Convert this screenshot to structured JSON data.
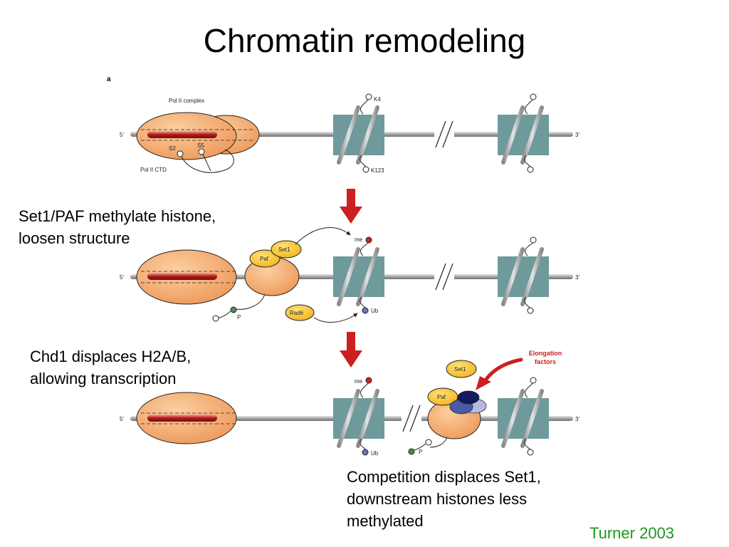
{
  "slide": {
    "title": "Chromatin remodeling",
    "credit": "Turner 2003",
    "colors": {
      "credit": "#1a9a1a",
      "nucleosome": "#6e9a9c",
      "complex": "#f0a870",
      "arrow": "#cc1f1f",
      "dna": "#a8a8a8"
    }
  },
  "notes": {
    "step1": {
      "line1": "Set1/PAF methylate histone,",
      "line2": "loosen structure"
    },
    "step2": {
      "line1": "Chd1 displaces H2A/B,",
      "line2": "allowing transcription"
    },
    "step3": {
      "line1": "Competition displaces Set1,",
      "line2": "downstream histones less",
      "line3": "methylated"
    }
  },
  "figure": {
    "panel_letter": "a",
    "five_prime": "5'",
    "three_prime": "3'",
    "pol2_complex": "Pol II complex",
    "pol2_ctd": "Pol II CTD",
    "s2": "S2",
    "s5": "S5",
    "k4": "K4",
    "k123": "K123",
    "me": "me",
    "ub": "Ub",
    "p": "P",
    "paf": "Paf",
    "set1": "Set1",
    "rad6": "Rad6",
    "elongation_line1": "Elongation",
    "elongation_line2": "factors"
  }
}
